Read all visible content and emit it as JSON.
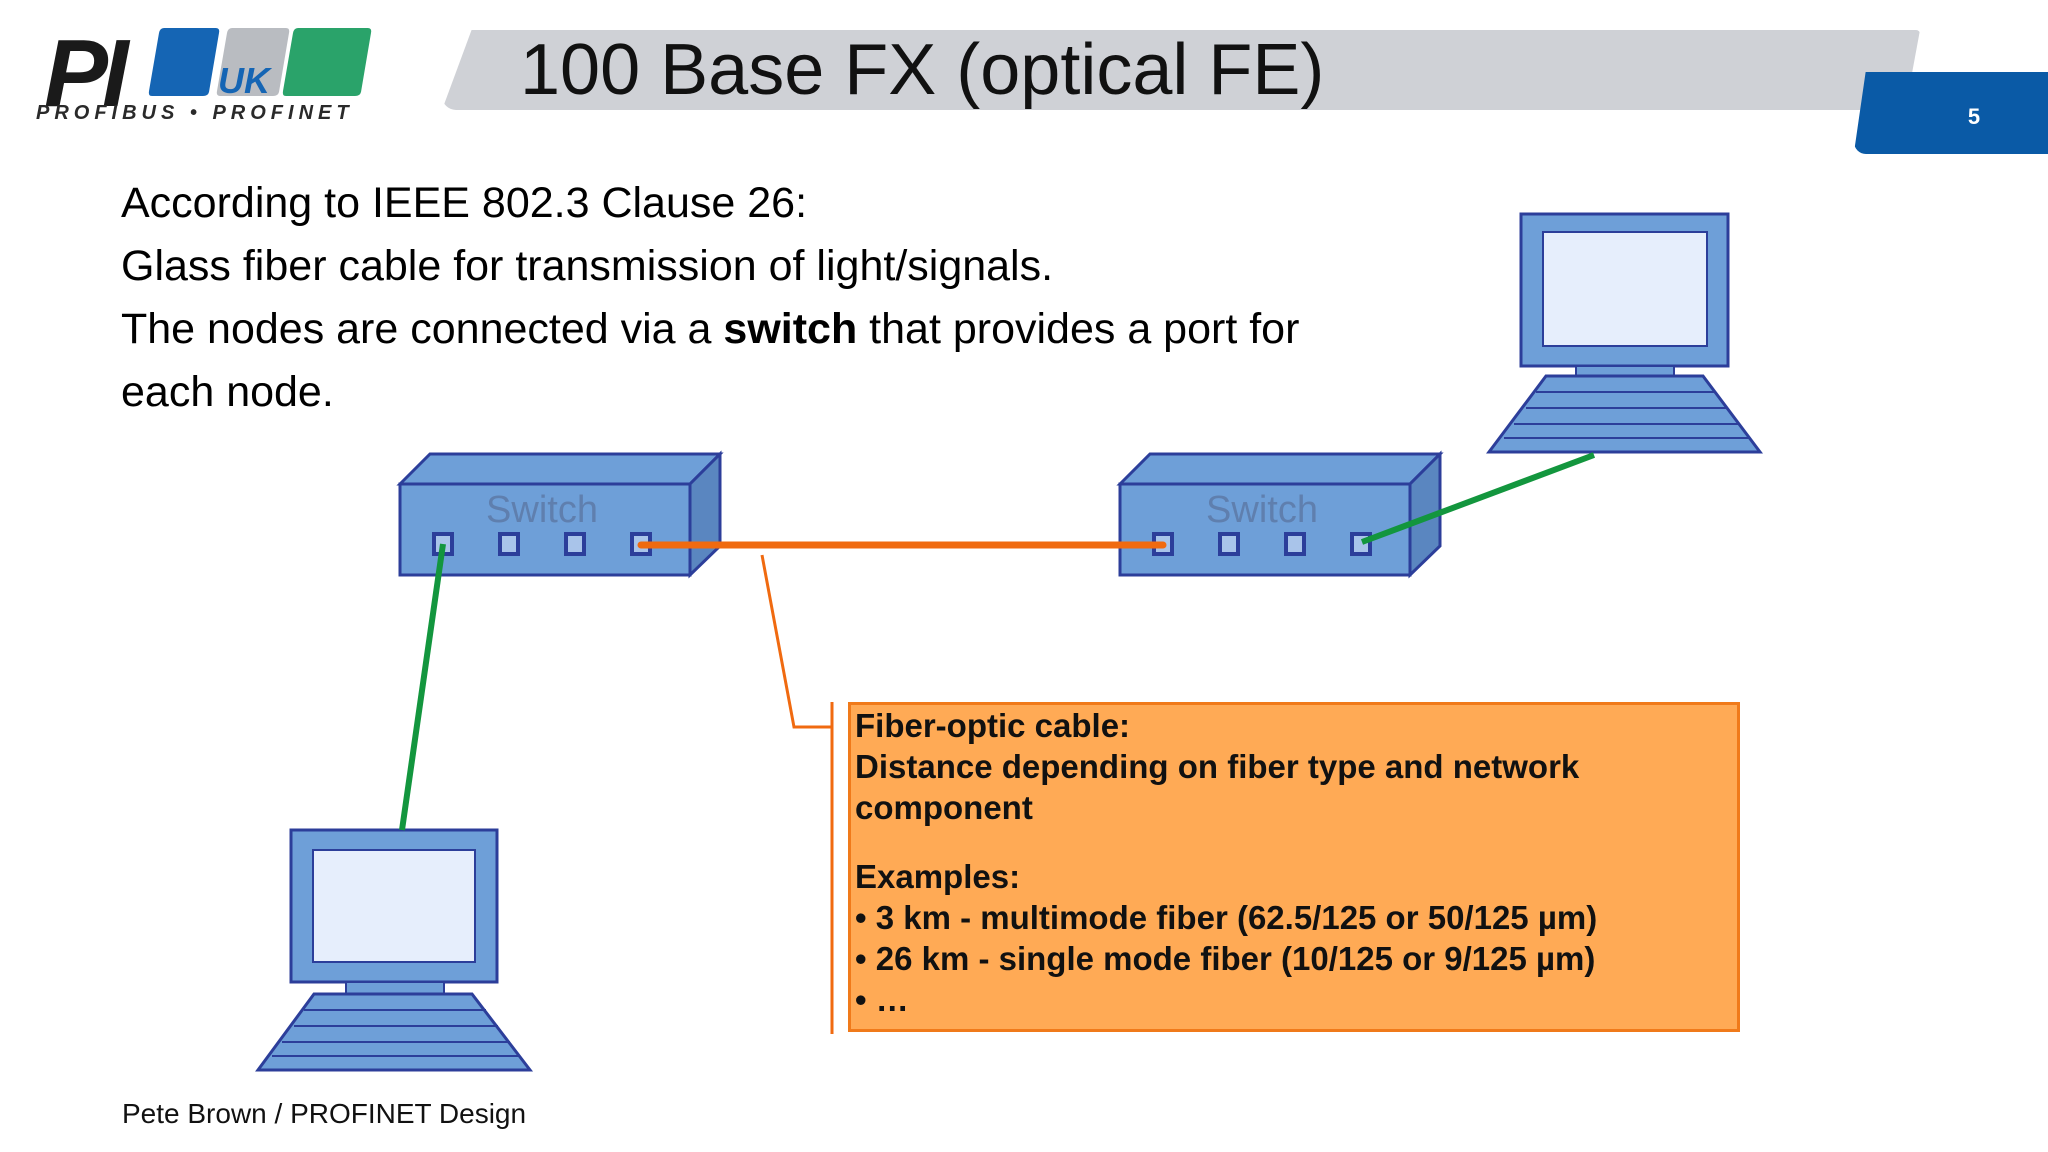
{
  "logo": {
    "mark": "PI",
    "country": "UK",
    "tagline": "PROFIBUS • PROFINET",
    "colors": {
      "blue": "#1565b4",
      "grey": "#b9bcc1",
      "green": "#2aa36a"
    }
  },
  "header": {
    "title": "100 Base FX (optical FE)",
    "page_number": "5",
    "accent": "#0a5aa6"
  },
  "intro": {
    "line1": "According to IEEE 802.3 Clause 26:",
    "line2": "Glass fiber cable for transmission of light/signals.",
    "line3_pre": "The nodes are connected via a ",
    "line3_bold": "switch",
    "line3_post": " that provides a port for",
    "line4": "each node."
  },
  "diagram": {
    "switch_left_label": "Switch",
    "switch_right_label": "Switch",
    "fiber_color": "#f06a10",
    "copper_color": "#13963e",
    "device_color": "#6e9fd8"
  },
  "callout": {
    "heading": "Fiber-optic cable:",
    "line1": "Distance depending on fiber type and network",
    "line2": "component",
    "examples_heading": "Examples:",
    "items": [
      "• 3 km - multimode fiber (62.5/125 or 50/125 µm)",
      "• 26 km - single mode fiber (10/125 or 9/125 µm)",
      "• …"
    ]
  },
  "footer": {
    "text": "Pete Brown / PROFINET Design"
  }
}
